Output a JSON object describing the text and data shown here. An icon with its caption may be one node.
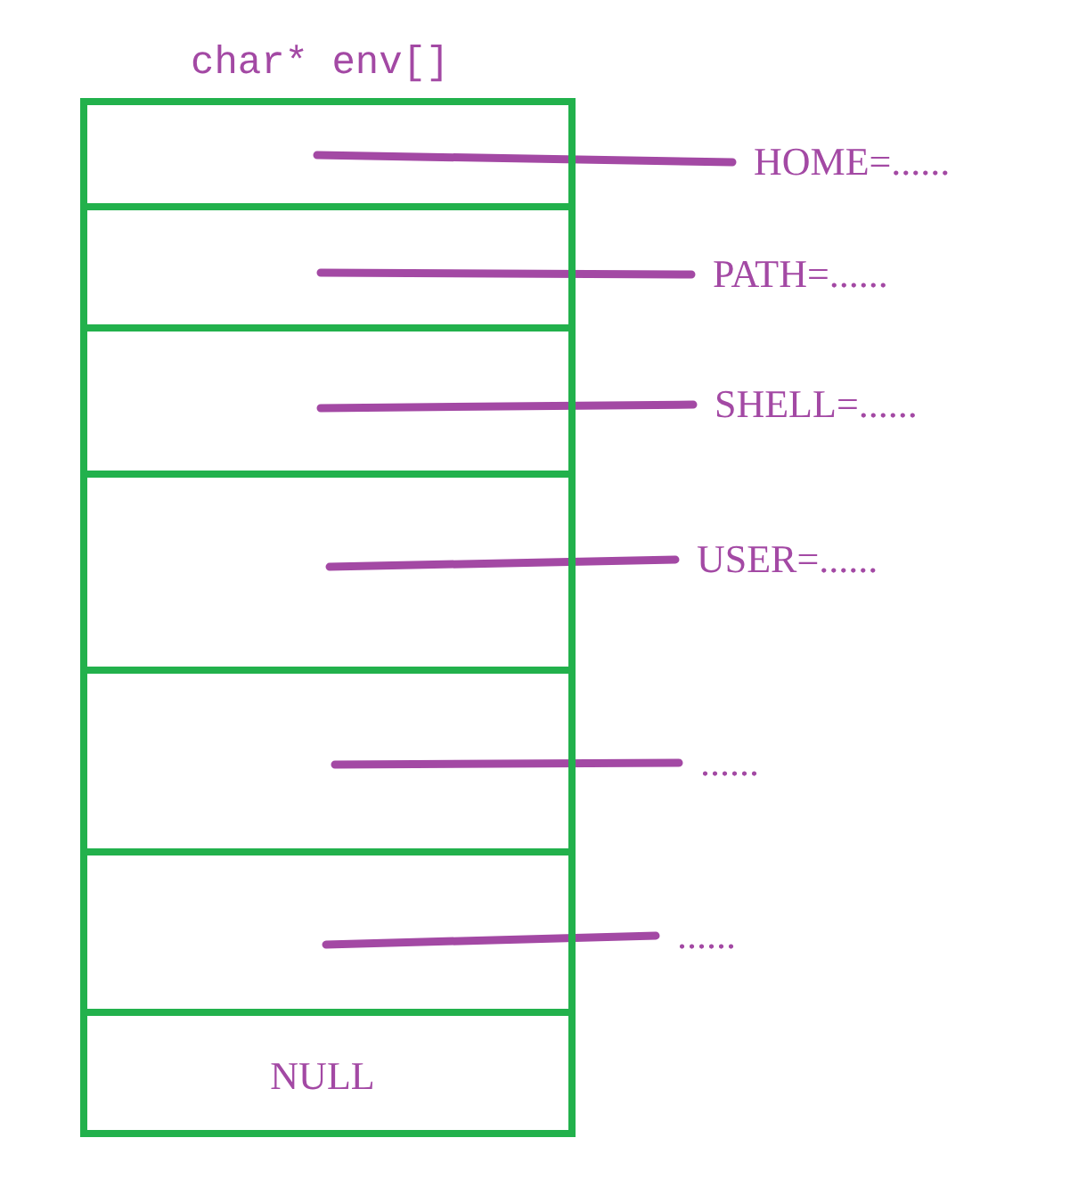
{
  "diagram": {
    "nodes": [
      {
        "text": [
          "char* env[]"
        ]
      },
      {
        "text": [],
        "shape": "box",
        "in": 0
      },
      {
        "text": [],
        "shape": "box",
        "in": 0
      },
      {
        "text": [],
        "shape": "box",
        "in": 0
      },
      {
        "text": [],
        "shape": "box",
        "in": 0
      },
      {
        "text": [],
        "shape": "box",
        "in": 0
      },
      {
        "text": [],
        "shape": "box",
        "in": 0
      },
      {
        "text": [
          "NULL"
        ],
        "in": 0
      },
      {
        "text": [
          "HOME=......"
        ]
      },
      {
        "text": [
          "PATH=......"
        ]
      },
      {
        "text": [
          "SHELL=......"
        ]
      },
      {
        "text": [
          "USER=......"
        ]
      },
      {
        "text": [
          "......"
        ]
      },
      {
        "text": [
          "......"
        ]
      }
    ],
    "edges": [
      {
        "from": 1,
        "to": 8,
        "arrow": "none"
      },
      {
        "from": 2,
        "to": 9,
        "arrow": "none"
      },
      {
        "from": 3,
        "to": 10,
        "arrow": "none"
      },
      {
        "from": 4,
        "to": 11,
        "arrow": "none"
      },
      {
        "from": 5,
        "to": 12,
        "arrow": "none"
      },
      {
        "from": 6,
        "to": 13,
        "arrow": "none"
      }
    ]
  }
}
